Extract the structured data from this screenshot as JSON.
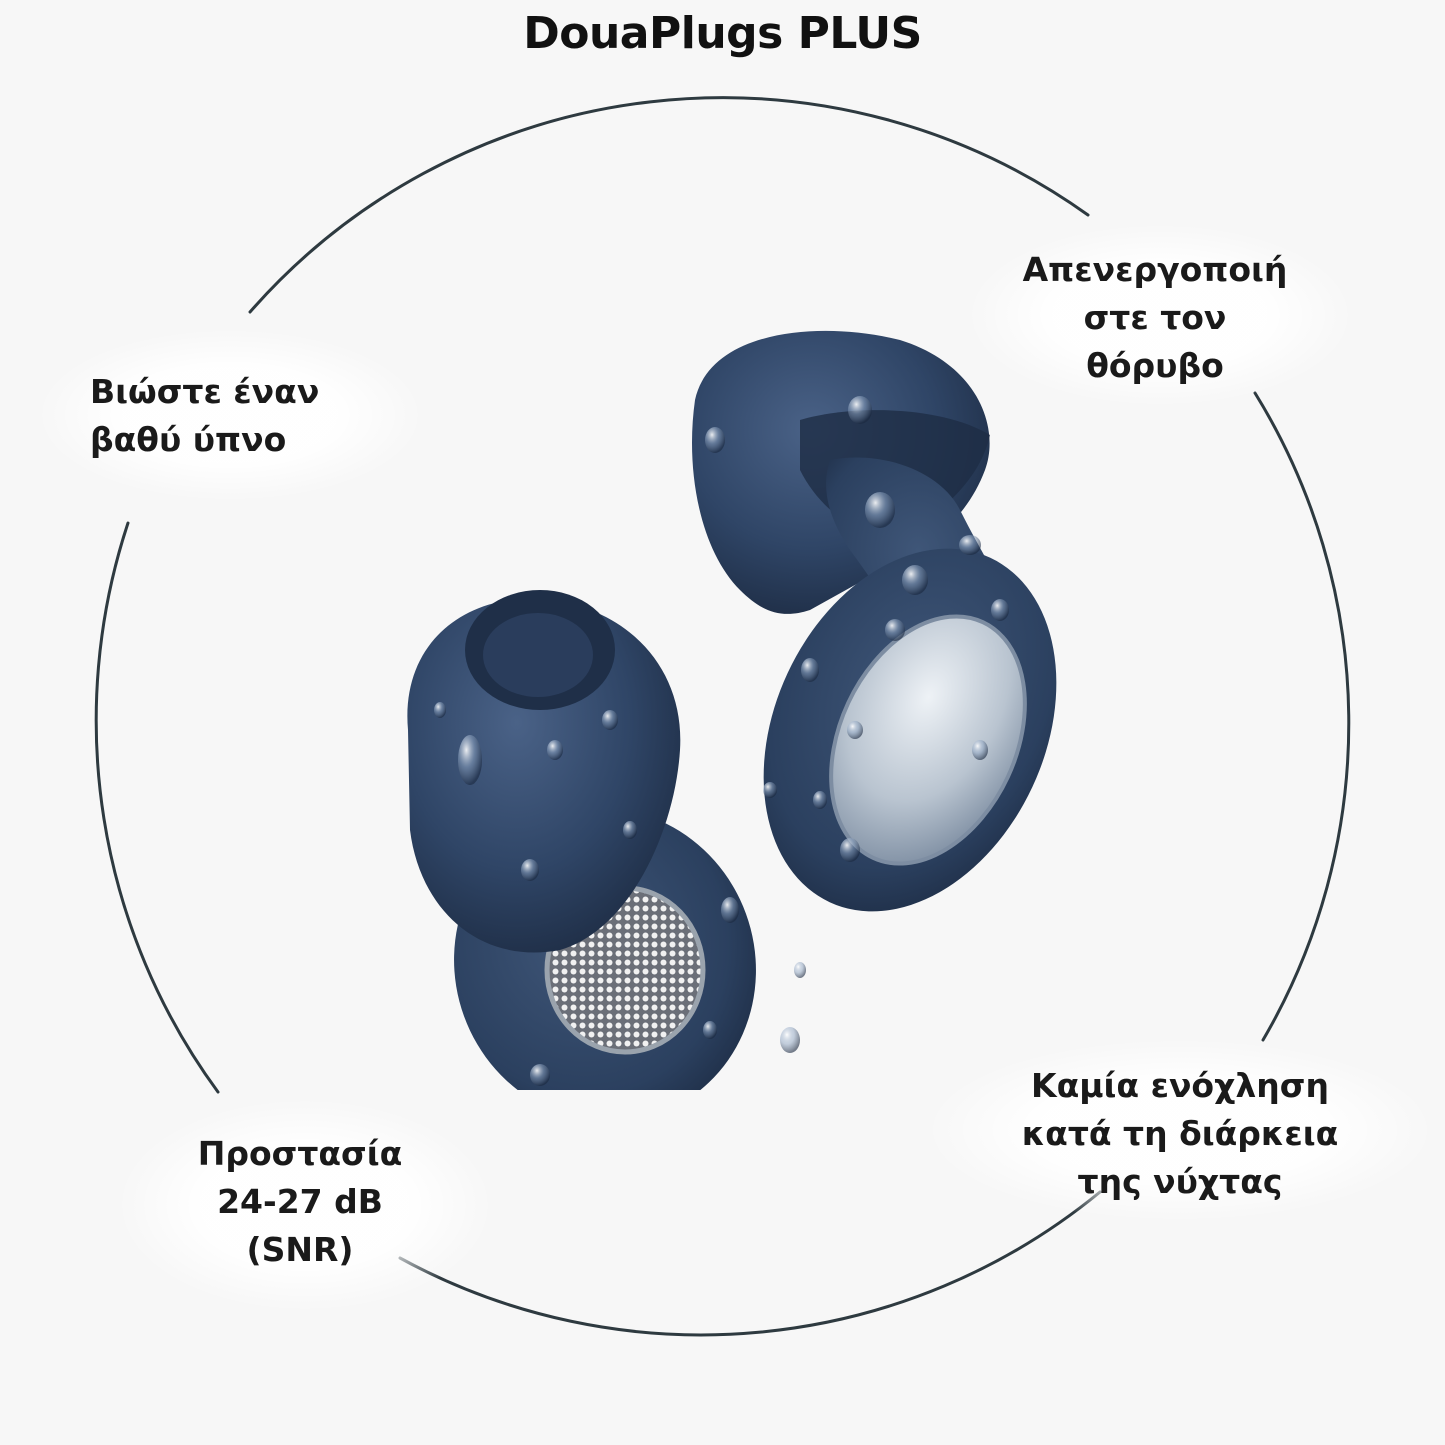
{
  "title": "DouaPlugs PLUS",
  "features": {
    "sleep": [
      "Βιώστε έναν",
      "βαθύ ύπνο"
    ],
    "noise": [
      "Απενεργοποιή",
      "στε τον",
      "θόρυβο"
    ],
    "protection": [
      "Προστασία",
      "24-27 dB",
      "(SNR)"
    ],
    "night": [
      "Καμία ενόχληση",
      "κατά τη διάρκεια",
      "της νύχτας"
    ]
  },
  "colors": {
    "plug": "#2f4566",
    "ring": "#2e3a40",
    "background": "#f7f7f7"
  },
  "icons": {
    "product": "earplugs-image"
  }
}
